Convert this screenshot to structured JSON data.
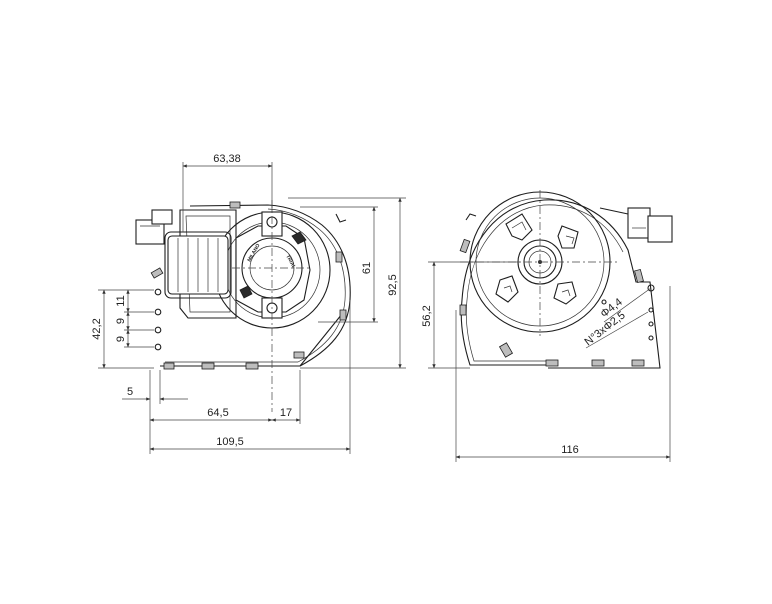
{
  "dimensions": {
    "width_63_38": "63,38",
    "height_61": "61",
    "height_92_5": "92,5",
    "height_42_2": "42,2",
    "spacing_11": "11",
    "spacing_9a": "9",
    "spacing_9b": "9",
    "offset_5": "5",
    "length_64_5": "64,5",
    "length_17": "17",
    "length_109_5": "109,5",
    "height_56_2": "56,2",
    "length_116": "116",
    "hole_dia_4_4": "Φ4,4",
    "holes_3x_dia_2_5": "N°3xΦ2,5"
  },
  "motor_label": {
    "left": "MILANO",
    "right": "TRIAL"
  }
}
